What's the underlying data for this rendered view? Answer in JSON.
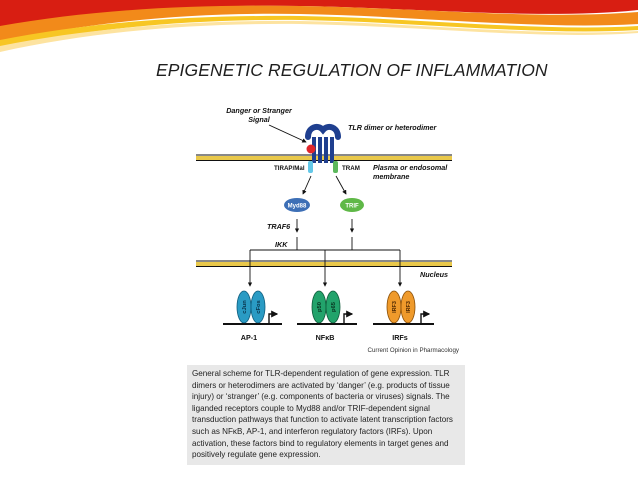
{
  "slide": {
    "title": "EPIGENETIC REGULATION OF INFLAMMATION"
  },
  "figure": {
    "danger_signal": [
      "Danger or Stranger",
      "Signal"
    ],
    "tlr_label": "TLR dimer or heterodimer",
    "tirap_label": "TIRAP/Mal",
    "tram_label": "TRAM",
    "membrane_label": [
      "Plasma or endosomal",
      "membrane"
    ],
    "myd88": "Myd88",
    "trif": "TRIF",
    "traf6": "TRAF6",
    "ikk": "IKK",
    "nucleus": "Nucleus",
    "ap1_subunits": [
      "cJun",
      "cFos"
    ],
    "nfkb_subunits": [
      "p50",
      "p65"
    ],
    "irf_subunits": [
      "IRF3",
      "IRF3"
    ],
    "ap1": "AP-1",
    "nfkb": "NFκB",
    "irfs": "IRFs",
    "source": "Current Opinion in Pharmacology"
  },
  "caption": {
    "text": "General scheme for TLR-dependent regulation of gene expression. TLR dimers or heterodimers are activated by ‘danger’ (e.g. products of tissue injury) or ‘stranger’ (e.g. components of bacteria or viruses) signals. The liganded receptors couple to Myd88 and/or TRIF-dependent signal transduction pathways that function to activate latent transcription factors such as NFκB, AP-1, and interferon regulatory factors (IRFs). Upon activation, these factors bind to regulatory elements in target genes and positively regulate gene expression."
  },
  "colors": {
    "banner_red": "#d81e12",
    "banner_orange": "#f28a1a",
    "banner_yellow": "#f7c623",
    "membrane_yellow": "#e9c84a",
    "tlr_navy": "#1f3f8f",
    "ligand_red": "#e0262b",
    "tirap_cyan": "#64c8e8",
    "tram_green": "#5cb85c",
    "myd88_blue": "#3d6fb6",
    "trif_green": "#5fb847",
    "ap1_teal": "#2a9bc4",
    "nfkb_green": "#22a36b",
    "irf_orange": "#ef9a2b"
  }
}
